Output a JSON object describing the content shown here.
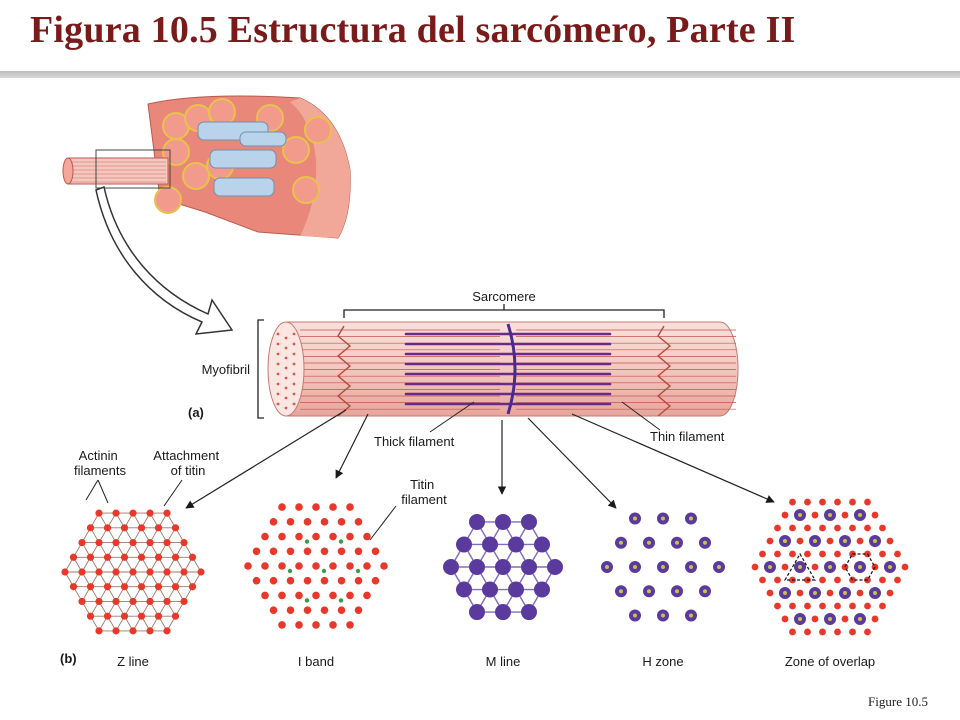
{
  "title": "Figura 10.5  Estructura del sarcómero, Parte II",
  "caption": "Figure 10.5",
  "labels": {
    "sarcomere": "Sarcomere",
    "myofibril": "Myofibril",
    "part_a": "(a)",
    "part_b": "(b)",
    "thick_filament": "Thick filament",
    "thin_filament": "Thin filament",
    "actinin_line1": "Actinin",
    "actinin_line2": "filaments",
    "attachment_line1": "Attachment",
    "attachment_line2": "of titin",
    "titin_line1": "Titin",
    "titin_line2": "filament"
  },
  "cross_sections": [
    {
      "key": "z",
      "label": "Z line"
    },
    {
      "key": "i",
      "label": "I band"
    },
    {
      "key": "m",
      "label": "M line"
    },
    {
      "key": "h",
      "label": "H zone"
    },
    {
      "key": "o",
      "label": "Zone of overlap"
    }
  ],
  "colors": {
    "title": "#7a1b1b",
    "actin": "#e8382b",
    "myosin": "#5b3a9e",
    "myosin_core": "#c7c24a",
    "titin": "#3e9a48",
    "myofibril_fill": "#f4c7c0",
    "thick_stripe": "#6a2a8a",
    "muscle_fiber": "#e9887a"
  }
}
